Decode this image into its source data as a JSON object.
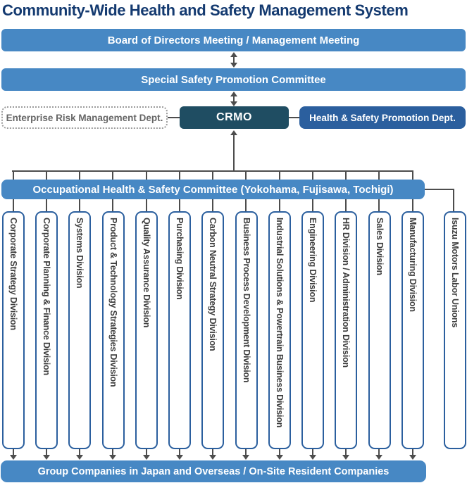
{
  "title": "Community-Wide Health and Safety Management System",
  "levels": {
    "board": "Board of Directors Meeting / Management Meeting",
    "special_committee": "Special Safety Promotion Committee",
    "risk_dept": "Enterprise Risk Management Dept.",
    "crmo": "CRMO",
    "hs_dept": "Health & Safety Promotion Dept.",
    "ohs_committee": "Occupational Health & Safety Committee (Yokohama, Fujisawa, Tochigi)",
    "labor_union": "Isuzu Motors Labor Unions",
    "group_companies": "Group Companies in Japan and Overseas / On-Site Resident Companies"
  },
  "divisions": [
    "Corporate Strategy Division",
    "Corporate Planning & Finance Division",
    "Systems Division",
    "Product & Technology Strategies Division",
    "Quality Assurance Division",
    "Purchasing Division",
    "Carbon Neutral Strategy Division",
    "Business Process Development Division",
    "Industrial Solutions & Powertrain Business Division",
    "Engineering Division",
    "HR Division / Administration Division",
    "Sales Division",
    "Manufacturing Division"
  ],
  "colors": {
    "bar_blue": "#4788c4",
    "dept_blue": "#2b5f9e",
    "crmo_dark": "#1f4d62",
    "title_navy": "#143a70",
    "line_gray": "#4d4d4d",
    "division_border": "#2b5f9e",
    "division_text": "#3d3d3d",
    "dotted_border": "#9b9b9b",
    "dotted_text": "#666666"
  }
}
